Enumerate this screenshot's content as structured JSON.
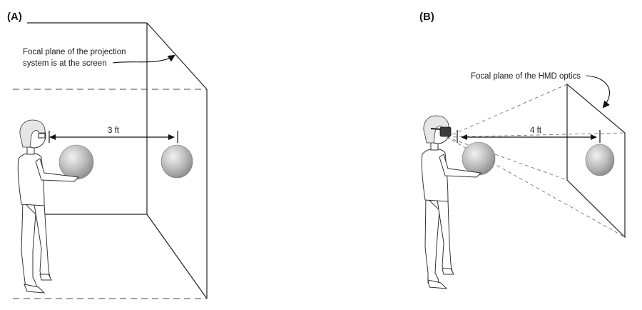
{
  "panel_a": {
    "label": "(A)",
    "annotation_line1": "Focal plane of the projection",
    "annotation_line2": "system is at the screen",
    "distance": "3 ft"
  },
  "panel_b": {
    "label": "(B)",
    "annotation": "Focal plane of the HMD optics",
    "distance": "4 ft"
  },
  "colors": {
    "sphere_light": "#f2f2f2",
    "sphere_dark": "#8a8a8a",
    "headset": "#3a3a3a"
  }
}
